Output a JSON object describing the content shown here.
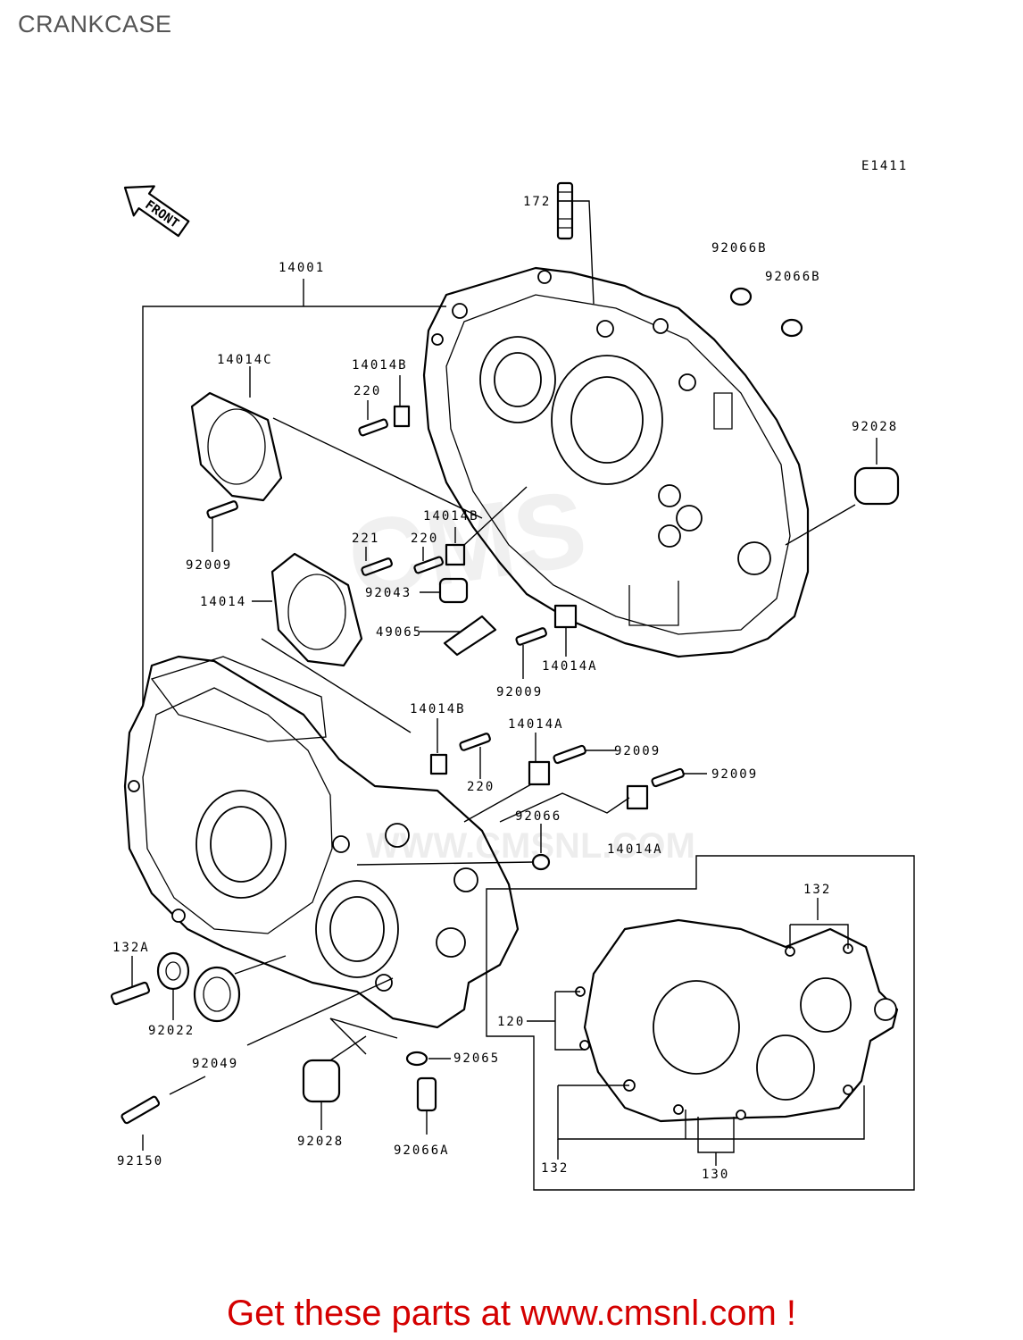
{
  "page": {
    "title": "CRANKCASE",
    "ref_code": "E1411",
    "front_arrow_label": "FRONT"
  },
  "watermark": {
    "text": "CMS",
    "url": "WWW.CMSNL.COM"
  },
  "footer": {
    "text": "Get these parts at www.cmsnl.com !",
    "color": "#d40000"
  },
  "callouts": [
    {
      "id": "172",
      "label": "172"
    },
    {
      "id": "92066B_1",
      "label": "92066B"
    },
    {
      "id": "92066B_2",
      "label": "92066B"
    },
    {
      "id": "14001",
      "label": "14001"
    },
    {
      "id": "14014C",
      "label": "14014C"
    },
    {
      "id": "14014B_1",
      "label": "14014B"
    },
    {
      "id": "220_1",
      "label": "220"
    },
    {
      "id": "92028_1",
      "label": "92028"
    },
    {
      "id": "14014B_2",
      "label": "14014B"
    },
    {
      "id": "92009_1",
      "label": "92009"
    },
    {
      "id": "221",
      "label": "221"
    },
    {
      "id": "220_2",
      "label": "220"
    },
    {
      "id": "14014",
      "label": "14014"
    },
    {
      "id": "92043",
      "label": "92043"
    },
    {
      "id": "49065",
      "label": "49065"
    },
    {
      "id": "92009_2",
      "label": "92009"
    },
    {
      "id": "14014A_1",
      "label": "14014A"
    },
    {
      "id": "14014B_3",
      "label": "14014B"
    },
    {
      "id": "14014A_2",
      "label": "14014A"
    },
    {
      "id": "92009_3",
      "label": "92009"
    },
    {
      "id": "92009_4",
      "label": "92009"
    },
    {
      "id": "220_3",
      "label": "220"
    },
    {
      "id": "92066",
      "label": "92066"
    },
    {
      "id": "14014A_3",
      "label": "14014A"
    },
    {
      "id": "132_1",
      "label": "132"
    },
    {
      "id": "132A",
      "label": "132A"
    },
    {
      "id": "120",
      "label": "120"
    },
    {
      "id": "92022",
      "label": "92022"
    },
    {
      "id": "92049",
      "label": "92049"
    },
    {
      "id": "92065",
      "label": "92065"
    },
    {
      "id": "92150",
      "label": "92150"
    },
    {
      "id": "92028_2",
      "label": "92028"
    },
    {
      "id": "92066A",
      "label": "92066A"
    },
    {
      "id": "132_2",
      "label": "132"
    },
    {
      "id": "130",
      "label": "130"
    }
  ]
}
